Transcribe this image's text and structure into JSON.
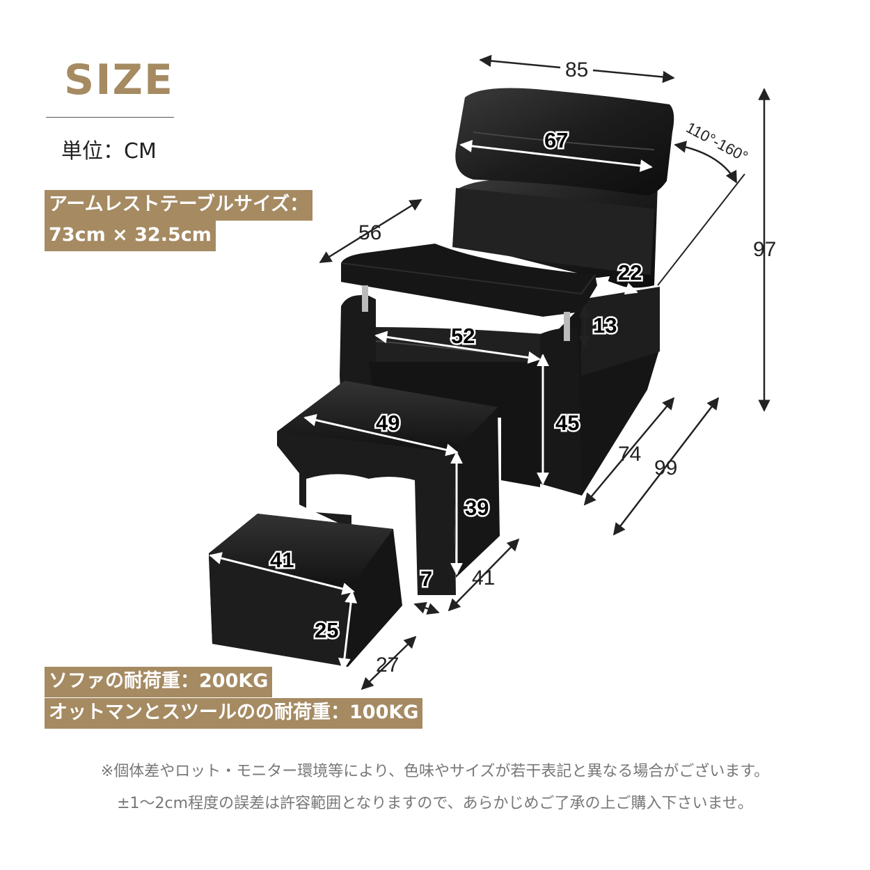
{
  "header": {
    "title": "SIZE",
    "unit": "単位：CM"
  },
  "specs": {
    "armrest_table_line1": "アームレストテーブルサイズ：",
    "armrest_table_line2": "73cm × 32.5cm",
    "sofa_load": "ソファの耐荷重：200KG",
    "ottoman_load": "オットマンとスツールのの耐荷重：100KG"
  },
  "dimensions": {
    "sofa_width": "85",
    "headrest_width": "67",
    "recline_angle": "110°-160°",
    "sofa_height": "97",
    "table_depth": "56",
    "armrest_width": "22",
    "table_leg_height": "13",
    "seat_width": "52",
    "seat_height": "45",
    "seat_depth": "74",
    "sofa_depth": "99",
    "stool_width": "49",
    "stool_height": "39",
    "stool_depth": "41",
    "stool_leg_thickness": "7",
    "ottoman_width": "41",
    "ottoman_height": "25",
    "ottoman_depth": "27"
  },
  "notes": {
    "line1": "※個体差やロット・モニター環境等により、色味やサイズが若干表記と異なる場合がございます。",
    "line2": "±1〜2cm程度の誤差は許容範囲となりますので、あらかじめご了承の上ご購入下さいませ。"
  },
  "colors": {
    "accent": "#a58a62",
    "leather": "#1b1b1b"
  }
}
